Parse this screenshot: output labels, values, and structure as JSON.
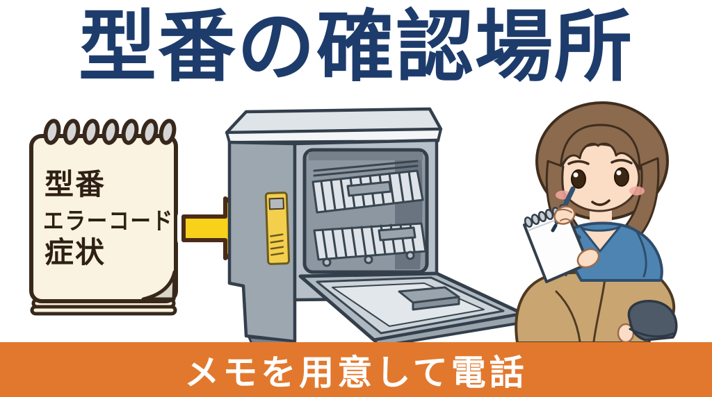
{
  "title": {
    "text": "型番の確認場所",
    "color": "#1d3c6c"
  },
  "memo_pad": {
    "lines": [
      "型番",
      "エラーコード",
      "症状"
    ],
    "paper_color": "#faf3e1",
    "outline_color": "#38281b",
    "ink_color": "#2e2014"
  },
  "arrow": {
    "direction": "right",
    "color": "#f8d21a",
    "outline_color": "#4a2c1a"
  },
  "dishwasher": {
    "body_color": "#9da7b0",
    "top_color": "#dfe4e8",
    "interior_color": "#8d97a1",
    "door_color": "#aeb8c1",
    "outline_color": "#333f4b",
    "model_label_color": "#f3cf4d"
  },
  "woman": {
    "hair_color": "#8b6a4e",
    "skin_color": "#fbdcc4",
    "shirt_color": "#4e84b2",
    "pants_color": "#c9a572",
    "shoe_color": "#4e5a68",
    "notepad_color": "#fdfdfd",
    "pen_color": "#33536f"
  },
  "banner": {
    "text": "メモを用意して電話",
    "background": "#e2782d",
    "text_color": "#ffffff"
  }
}
